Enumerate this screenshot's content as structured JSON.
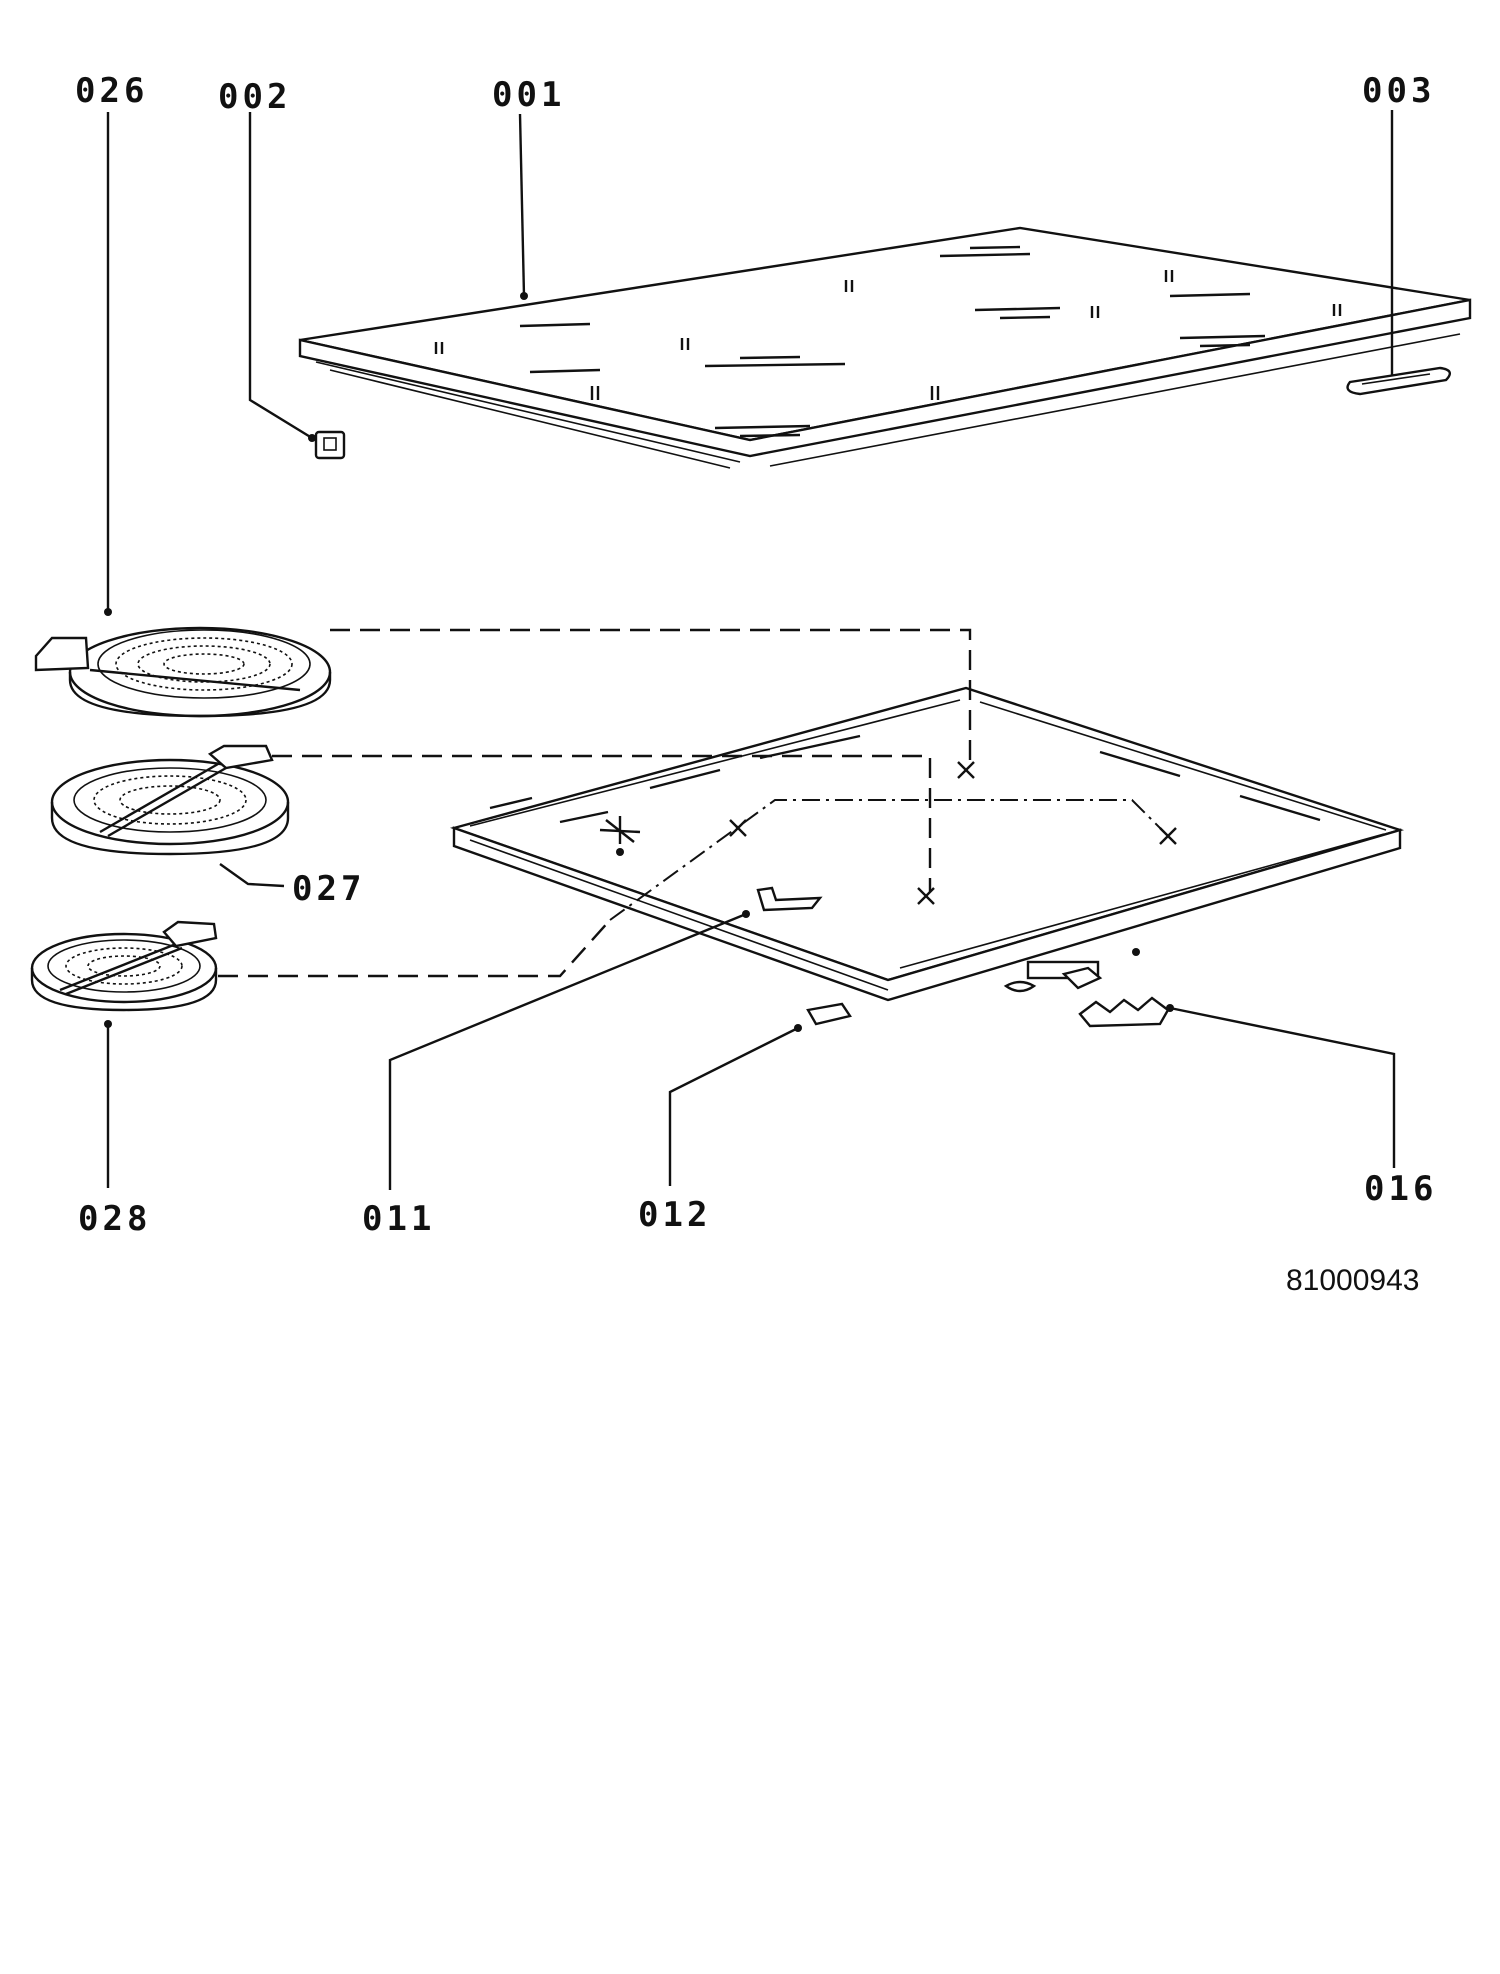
{
  "parts": {
    "p026": "026",
    "p002": "002",
    "p001": "001",
    "p003": "003",
    "p027": "027",
    "p028": "028",
    "p011": "011",
    "p012": "012",
    "p016": "016"
  },
  "drawing_number": "81000943"
}
